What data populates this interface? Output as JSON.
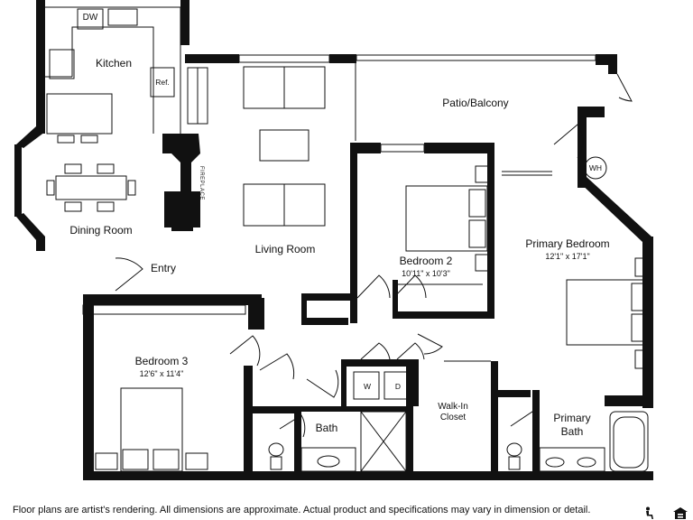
{
  "rooms": {
    "kitchen": "Kitchen",
    "dining_room": "Dining Room",
    "living_room": "Living Room",
    "entry": "Entry",
    "patio_balcony": "Patio/Balcony",
    "bedroom2": "Bedroom 2",
    "bedroom2_dim": "10'11\" x 10'3\"",
    "primary_bedroom": "Primary Bedroom",
    "primary_bedroom_dim": "12'1\" x 17'1\"",
    "bedroom3": "Bedroom 3",
    "bedroom3_dim": "12'6\" x 11'4\"",
    "bath": "Bath",
    "walk_in_closet_line1": "Walk-In",
    "walk_in_closet_line2": "Closet",
    "primary_bath_line1": "Primary",
    "primary_bath_line2": "Bath"
  },
  "fixtures": {
    "dishwasher": "DW",
    "refrigerator": "Ref.",
    "water_heater": "WH",
    "washer": "W",
    "dryer": "D",
    "fireplace": "FIREPLACE"
  },
  "footer": {
    "disclaimer": "Floor plans are artist's rendering. All dimensions are approximate. Actual product and specifications may vary in dimension or detail."
  }
}
